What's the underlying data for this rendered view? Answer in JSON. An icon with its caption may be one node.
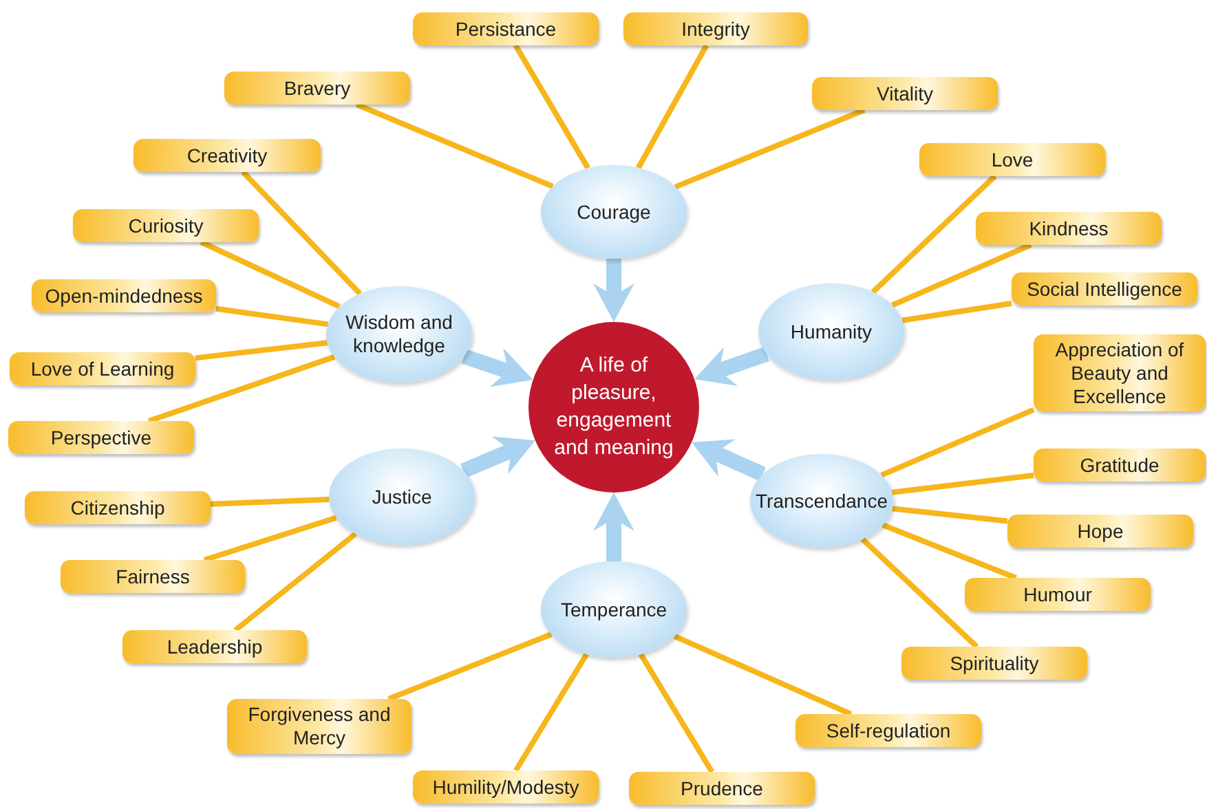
{
  "diagram": {
    "nodes": [
      {
        "text": [
          "A life of pleasure, engagement and meaning"
        ]
      },
      {
        "text": [
          "Courage"
        ]
      },
      {
        "text": [
          "Wisdom and knowledge"
        ]
      },
      {
        "text": [
          "Humanity"
        ]
      },
      {
        "text": [
          "Justice"
        ]
      },
      {
        "text": [
          "Transcendance"
        ]
      },
      {
        "text": [
          "Temperance"
        ]
      },
      {
        "text": [
          "Persistance"
        ]
      },
      {
        "text": [
          "Integrity"
        ]
      },
      {
        "text": [
          "Bravery"
        ]
      },
      {
        "text": [
          "Vitality"
        ]
      },
      {
        "text": [
          "Creativity"
        ]
      },
      {
        "text": [
          "Love"
        ]
      },
      {
        "text": [
          "Curiosity"
        ]
      },
      {
        "text": [
          "Kindness"
        ]
      },
      {
        "text": [
          "Open-mindedness"
        ]
      },
      {
        "text": [
          "Social Intelligence"
        ]
      },
      {
        "text": [
          "Appreciation of Beauty and Excellence"
        ]
      },
      {
        "text": [
          "Love of Learning"
        ]
      },
      {
        "text": [
          "Perspective"
        ]
      },
      {
        "text": [
          "Gratitude"
        ]
      },
      {
        "text": [
          "Citizenship"
        ]
      },
      {
        "text": [
          "Hope"
        ]
      },
      {
        "text": [
          "Fairness"
        ]
      },
      {
        "text": [
          "Humour"
        ]
      },
      {
        "text": [
          "Leadership"
        ]
      },
      {
        "text": [
          "Spirituality"
        ]
      },
      {
        "text": [
          "Forgiveness and Mercy"
        ]
      },
      {
        "text": [
          "Self-regulation"
        ]
      },
      {
        "text": [
          "Humility/Modesty"
        ]
      },
      {
        "text": [
          "Prudence"
        ]
      }
    ],
    "edges": [
      {
        "from": 1,
        "to": 7,
        "arrow": "none"
      },
      {
        "from": 1,
        "to": 8,
        "arrow": "none"
      },
      {
        "from": 1,
        "to": 9,
        "arrow": "none"
      },
      {
        "from": 1,
        "to": 10,
        "arrow": "none"
      },
      {
        "from": 2,
        "to": 11,
        "arrow": "none"
      },
      {
        "from": 2,
        "to": 13,
        "arrow": "none"
      },
      {
        "from": 2,
        "to": 15,
        "arrow": "none"
      },
      {
        "from": 2,
        "to": 18,
        "arrow": "none"
      },
      {
        "from": 2,
        "to": 19,
        "arrow": "none"
      },
      {
        "from": 3,
        "to": 12,
        "arrow": "none"
      },
      {
        "from": 3,
        "to": 14,
        "arrow": "none"
      },
      {
        "from": 3,
        "to": 16,
        "arrow": "none"
      },
      {
        "from": 4,
        "to": 21,
        "arrow": "none"
      },
      {
        "from": 4,
        "to": 23,
        "arrow": "none"
      },
      {
        "from": 4,
        "to": 25,
        "arrow": "none"
      },
      {
        "from": 5,
        "to": 17,
        "arrow": "none"
      },
      {
        "from": 5,
        "to": 20,
        "arrow": "none"
      },
      {
        "from": 5,
        "to": 22,
        "arrow": "none"
      },
      {
        "from": 5,
        "to": 24,
        "arrow": "none"
      },
      {
        "from": 5,
        "to": 26,
        "arrow": "none"
      },
      {
        "from": 6,
        "to": 27,
        "arrow": "none"
      },
      {
        "from": 6,
        "to": 29,
        "arrow": "none"
      },
      {
        "from": 6,
        "to": 30,
        "arrow": "none"
      },
      {
        "from": 6,
        "to": 28,
        "arrow": "none"
      },
      {
        "from": 1,
        "to": 0,
        "arrow": "to",
        "style": "thick",
        "color": "#a9d3f0"
      },
      {
        "from": 2,
        "to": 0,
        "arrow": "to",
        "style": "thick",
        "color": "#a9d3f0"
      },
      {
        "from": 3,
        "to": 0,
        "arrow": "to",
        "style": "thick",
        "color": "#a9d3f0"
      },
      {
        "from": 4,
        "to": 0,
        "arrow": "to",
        "style": "thick",
        "color": "#a9d3f0"
      },
      {
        "from": 5,
        "to": 0,
        "arrow": "to",
        "style": "thick",
        "color": "#a9d3f0"
      },
      {
        "from": 6,
        "to": 0,
        "arrow": "to",
        "style": "thick",
        "color": "#a9d3f0"
      }
    ]
  }
}
